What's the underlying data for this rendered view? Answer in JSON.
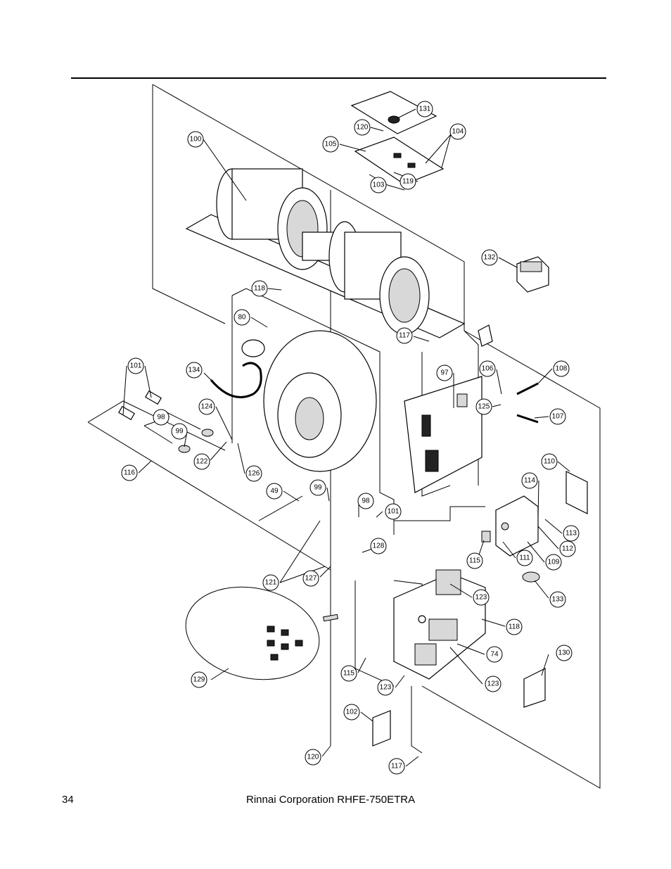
{
  "footer": {
    "page_number": "34",
    "title": "Rinnai Corporation RHFE-750ETRA"
  },
  "callouts": [
    "131",
    "120",
    "104",
    "105",
    "100",
    "103",
    "119",
    "132",
    "118",
    "80",
    "117",
    "97",
    "106",
    "108",
    "101",
    "134",
    "125",
    "107",
    "124",
    "98",
    "99",
    "110",
    "122",
    "126",
    "116",
    "114",
    "49",
    "99",
    "98",
    "101",
    "113",
    "112",
    "128",
    "111",
    "109",
    "115",
    "121",
    "127",
    "123",
    "133",
    "118",
    "129",
    "74",
    "130",
    "123",
    "115",
    "123",
    "102",
    "120",
    "117"
  ]
}
